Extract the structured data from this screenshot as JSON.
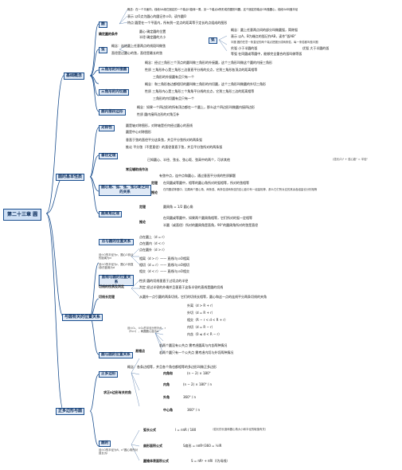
{
  "root": "第二十三章  圆",
  "sections": [
    {
      "title": "基础概念",
      "color": "#1b4f8f"
    },
    {
      "title": "圆的基本性质",
      "color": "#1b4f8f"
    },
    {
      "title": "与圆有关的位置关系",
      "color": "#1b4f8f"
    },
    {
      "title": "正多边形与圆",
      "color": "#1b4f8f"
    }
  ],
  "basic": {
    "circle": "圆",
    "circle_def": "概念：在一个平面内，线段OA绕它固定的一个端点O旋转一周，另一个端点A所形成的图形叫圆，这个固定的端点O叫做圆心，线段OA叫做半径",
    "circle_rep": "表示  以O点为圆心的圆记作⊙O，读作圆O",
    "circle_feat": "特点  圆是在一个平面内，所有到一定点的距离等于定长的点组成的图形",
    "determine": "确定圆的条件",
    "determine_1": "圆心    确定圆的位置",
    "determine_2": "半径    确定圆的大小",
    "chord": "弦",
    "chord_def": "概念：连结圆上任意两点的线段叫做弦",
    "chord_mid": "弦",
    "diameter": "直径是过圆心的弦，直径是最长的弦",
    "arc": "弧",
    "arc_def": "概念：圆上任意两点间的部分叫做圆弧，简称弧",
    "arc_rep": "表示  以A，B为端点的弧记作AB，读作“弧AB”",
    "arc_semi": "半圆  圆的任意一条直径的两个端点把圆分成两条弧，每一条弧都叫做半圆",
    "arc_major": "劣弧  小于半圆的弧",
    "arc_minor": "优弧  大于半圆的弧",
    "equal_arc": "等弧  在同圆或等圆中，能够完全重合的弧叫做等弧",
    "circumcircle": "三角形的外接圆",
    "circum_def": "概念：经过三角形三个顶点的圆叫做三角形的外接圆，这个三角形叫做这个圆的内接三角形",
    "circum_prop": "性质  三角形外心是三角形三边垂直平分线的交点，它到三角形各顶点的距离相等",
    "circum_unique": "三角形的外接圆有且只有一个",
    "incircle": "三角形的内切圆",
    "in_def": "概念：和三角形各边都相切的圆叫做三角形的内切圆，这个三角形叫做圆的外切三角形",
    "in_prop": "性质  三角形内心是三角形三个角角平分线的交点，它到三角形三边的距离相等",
    "in_unique": "三角形的内切圆有且只有一个",
    "quad": "圆内接四边形",
    "quad_def": "概念：如果一个四边形的所有顶点都在一个圆上，那么这个四边形叫做圆内接四边形",
    "quad_prop": "性质  圆内接四边形的对角互补"
  },
  "property": {
    "symmetry": "对称性",
    "sym_1": "圆是轴对称图形，对称轴是任何经过圆心的直线",
    "sym_2": "圆是中心对称图形",
    "perp": "垂径定理",
    "perp_1": "垂直于弦的直径平分这条弦，并且平分弦所对的两条弧",
    "perp_2": "推论     平分弦（不是直径）的直径垂直于弦，并且平分弦所对的两条弧",
    "perp_3": "已知圆心、半径、弦长、弦心距、弦高中的两个，可求其他",
    "perp_formula": "(弦长/2)² + 弦心距² = 半径²",
    "construct": "常见辅助线作法",
    "construct_1": "有弦中点，连中点和圆心，通过垂直平分线的性质解题",
    "central": "圆心角、弧、弦、弦心距之间的关系",
    "central_t": "定理",
    "central_t1": "在同圆或等圆中，相等的圆心角所对的弧相等，所对的弦相等",
    "central_c": "推论",
    "central_c1": "在同圆或等圆中，如果两个圆心角、两条弧、两条弦或两条弦的弦心距中有一组量相等，那么它们所对应的其余各组量也分别相等",
    "inscribed": "圆周角定理",
    "ins_def": "定理",
    "ins_formula": "圆周角 = 1/2 圆心角",
    "ins_c": "推论",
    "ins_c1": "在同圆或等圆中，如果两个圆周角相等，它们所对的弧一定相等",
    "ins_c2": "半圆（或直径）所对的圆周角是直角，90°的圆周角所对的弦是直径"
  },
  "position": {
    "point": "点与圆的位置关系",
    "point_cond": "设⊙O的半径为r，圆心O到点的距离为d",
    "point_1": "点在圆上（d = r）",
    "point_2": "点在圆内（d < r）",
    "point_3": "点在圆外（d > r）",
    "line": "直线与圆的位置关系",
    "line_cond": "设⊙O的半径为r，圆心O到直线l的距离为d",
    "line_1": "相离（d > r）—— 直线l与⊙O相离",
    "line_2": "相切（d = r）—— 直线l与⊙O相切",
    "line_3": "相交（d < r）—— 直线l与⊙O相交",
    "tangent": "切线的性质及判定",
    "tangent_1": "性质    圆的切线垂直于过切点的半径",
    "tangent_2": "判定    经过半径的外端并且垂直于这条半径的直线是圆的切线",
    "tangent_len": "切线长定理",
    "tangent_len_1": "从圆外一点引圆的两条切线，它们的切线长相等，圆心和这一点的连线平分两条切线的夹角",
    "circles": "圆与圆的位置关系",
    "circles_cond": "设⊙O₁、⊙O₂的半径分别为R、r（R>r），两圆圆心距为d",
    "circles_1": "外离（d > R + r）",
    "circles_2": "外切（d = R + r）",
    "circles_3": "相交（R − r < d < R + r）",
    "circles_4": "内切（d = R − r）",
    "circles_5": "内含（0 ≤ d < R − r）",
    "circles_note": "易错点",
    "circles_n1": "若两个圆没有公共点          需考虑圆离与内含两种情况",
    "circles_n2": "若两个圆只有一个公共点      需考虑内切与外切两种情况"
  },
  "polygon": {
    "regular": "正多边形",
    "reg_def": "概念：各条边相等，并且各个角也都相等的多边形叫做正多边形",
    "reg_angles": "求正n边形有关的角",
    "inner_sum": "内角和",
    "inner_sum_f": "(n − 2) × 180°",
    "inner": "内角",
    "inner_f": "(n − 2) × 180° / n",
    "outer": "外角",
    "outer_f": "360° / n",
    "center": "中心角",
    "center_f": "360° / n",
    "calc": "圆的",
    "calc_cond": "设⊙O的半径为R，n°圆心角所对弧长为l",
    "arc_len": "弧长公式",
    "arc_len_f": "l = nπR / 180",
    "arc_len_note": "（弧长的长度和圆心角大小和半径的取值有关）",
    "sector": "扇形面积公式",
    "sector_f": "S扇形 = nπR²/360 = ½lR",
    "cone": "圆锥体表面积公式",
    "cone_f": "S = πR² + πRl（l为母线）"
  }
}
